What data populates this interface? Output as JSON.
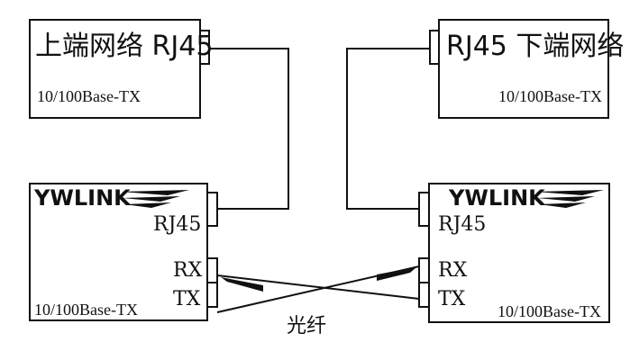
{
  "upper_network": {
    "title": "上端网络  RJ45",
    "spec": "10/100Base-TX"
  },
  "lower_network": {
    "title": "RJ45 下端网络",
    "spec": "10/100Base-TX"
  },
  "left_converter": {
    "logo": "YWLINK",
    "rj45_label": "RJ45",
    "rx_label": "RX",
    "tx_label": "TX",
    "spec": "10/100Base-TX"
  },
  "right_converter": {
    "logo": "YWLINK",
    "rj45_label": "RJ45",
    "rx_label": "RX",
    "tx_label": "TX",
    "spec": "10/100Base-TX"
  },
  "fiber_label": "光纤"
}
